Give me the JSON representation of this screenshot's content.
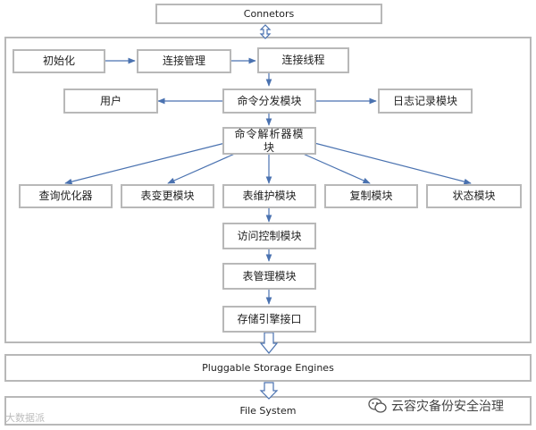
{
  "layers": {
    "connectors": "Connetors",
    "storage": "Pluggable Storage Engines",
    "filesystem": "File System"
  },
  "nodes": {
    "init": "初始化",
    "conn_mgr": "连接管理",
    "conn_thread": "连接线程",
    "user": "用户",
    "dispatch": "命令分发模块",
    "log": "日志记录模块",
    "parser": "命令解析器模块",
    "optimizer": "查询优化器",
    "table_change": "表变更模块",
    "table_maint": "表维护模块",
    "replication": "复制模块",
    "status": "状态模块",
    "access_ctrl": "访问控制模块",
    "table_mgr": "表管理模块",
    "storage_iface": "存储引擎接口"
  },
  "watermarks": {
    "left": "大数据派",
    "right": "云容灾备份安全治理"
  },
  "colors": {
    "arrow": "#4a72b0",
    "border": "#b8b8b8"
  }
}
